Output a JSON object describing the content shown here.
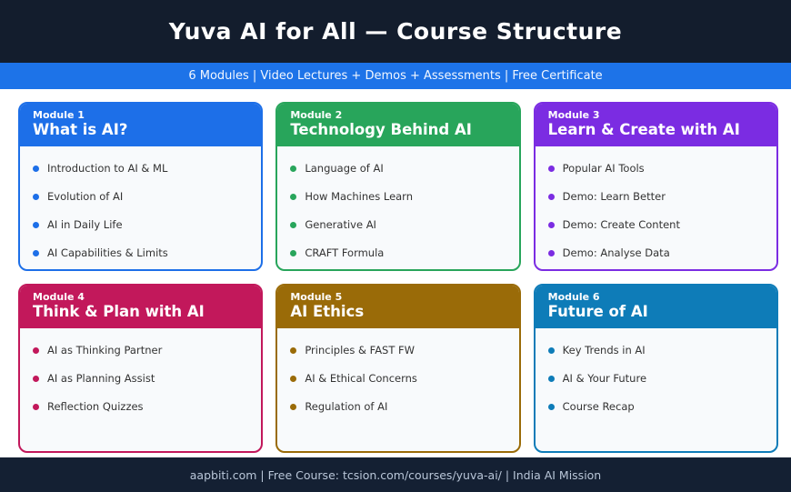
{
  "header": {
    "title": "Yuva AI for All — Course Structure",
    "bg_color": "#131d2d"
  },
  "banner": {
    "text": "6 Modules  |  Video Lectures + Demos + Assessments  |  Free Certificate",
    "bg_color": "#1d73e8"
  },
  "modules": [
    {
      "label": "Module 1",
      "title": "What is AI?",
      "color": "#1d6fe8",
      "items": [
        "Introduction to AI & ML",
        "Evolution of AI",
        "AI in Daily Life",
        "AI Capabilities & Limits"
      ]
    },
    {
      "label": "Module 2",
      "title": "Technology Behind AI",
      "color": "#28a55b",
      "items": [
        "Language of AI",
        "How Machines Learn",
        "Generative AI",
        "CRAFT Formula"
      ]
    },
    {
      "label": "Module 3",
      "title": "Learn & Create with AI",
      "color": "#7b2ce2",
      "items": [
        "Popular AI Tools",
        "Demo: Learn Better",
        "Demo: Create Content",
        "Demo: Analyse Data"
      ]
    },
    {
      "label": "Module 4",
      "title": "Think & Plan with AI",
      "color": "#c2185b",
      "items": [
        "AI as Thinking Partner",
        "AI as Planning Assist",
        "Reflection Quizzes"
      ]
    },
    {
      "label": "Module 5",
      "title": "AI Ethics",
      "color": "#9a6b08",
      "items": [
        "Principles & FAST FW",
        "AI & Ethical Concerns",
        "Regulation of AI"
      ]
    },
    {
      "label": "Module 6",
      "title": "Future of AI",
      "color": "#0e7cb8",
      "items": [
        "Key Trends in AI",
        "AI & Your Future",
        "Course Recap"
      ]
    }
  ],
  "footer": {
    "text": "aapbiti.com  |  Free Course: tcsion.com/courses/yuva-ai/  |  India AI Mission"
  }
}
